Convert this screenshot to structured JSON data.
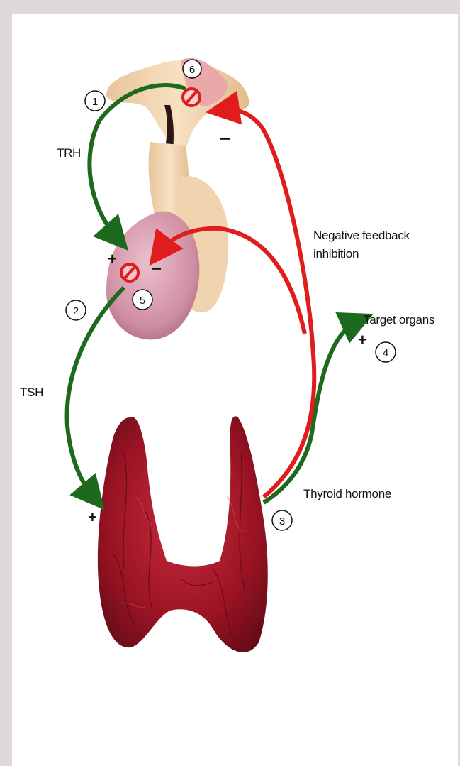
{
  "labels": {
    "trh": "TRH",
    "tsh": "TSH",
    "negative_feedback_line1": "Negative feedback",
    "negative_feedback_line2": "inhibition",
    "target_organs": "Target organs",
    "thyroid_hormone": "Thyroid hormone"
  },
  "step_numbers": [
    "1",
    "2",
    "3",
    "4",
    "5",
    "6"
  ],
  "signs": {
    "plus": "+",
    "minus": "−"
  },
  "colors": {
    "stimulation_arrow": "#1d6a1f",
    "inhibition_arrow": "#e01c1c",
    "thyroid_gland": "#9b1424",
    "pituitary": "#d79aaa",
    "hypothalamus_tissue": "#f2d8b4",
    "background": "#ddd9dd"
  }
}
